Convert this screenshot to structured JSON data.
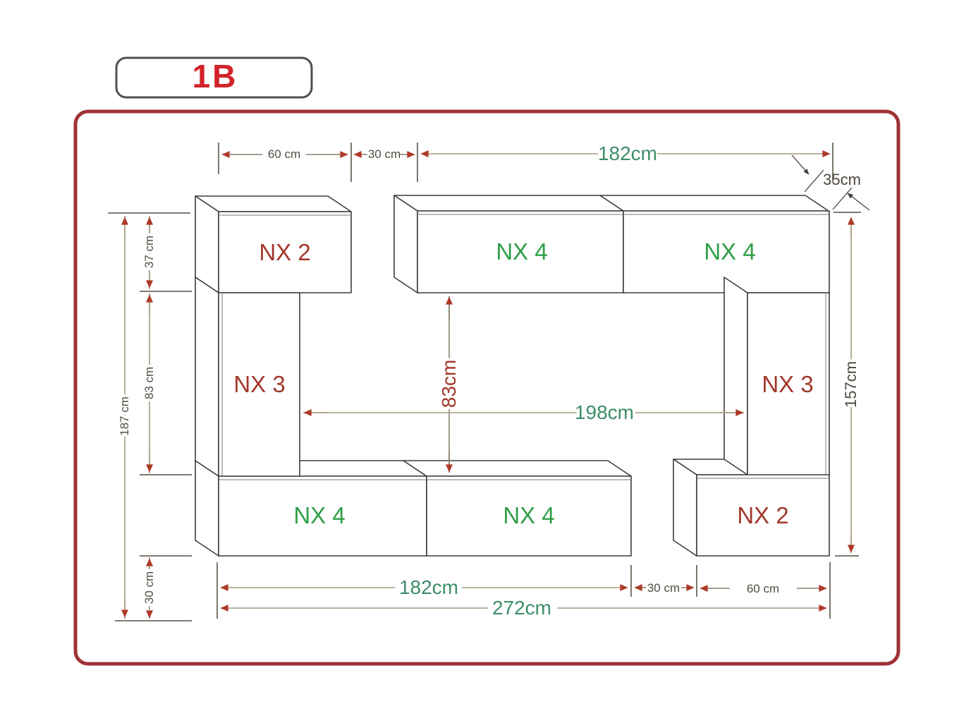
{
  "badge": {
    "label": "1B"
  },
  "modules": {
    "top_left": "NX 2",
    "top_middle": "NX 4",
    "top_right": "NX 4",
    "left_column": "NX 3",
    "right_column": "NX 3",
    "bottom_left": "NX 4",
    "bottom_middle": "NX 4",
    "bottom_right": "NX 2"
  },
  "dimensions": {
    "top_width_left": "60 cm",
    "top_gap": "30 cm",
    "top_width_main": "182cm",
    "depth": "35cm",
    "left_height_top": "37 cm",
    "left_height_middle": "83 cm",
    "left_height_total": "187 cm",
    "left_height_bottom": "30 cm",
    "inner_height": "83cm",
    "inner_width": "198cm",
    "right_height": "157cm",
    "bottom_width_main": "182cm",
    "bottom_gap": "30 cm",
    "bottom_width_right": "60 cm",
    "bottom_width_total": "272cm"
  },
  "colors": {
    "frame_border": "#9e3136",
    "badge_text": "#d2232a",
    "module_green": "#2f9e48",
    "module_red": "#a2372a",
    "dimension_green": "#3d8e68",
    "dimension_red": "#a2372a",
    "dimension_gray": "#534e45",
    "arrow_red": "#ae3a28",
    "line_tan": "#a79a82"
  }
}
